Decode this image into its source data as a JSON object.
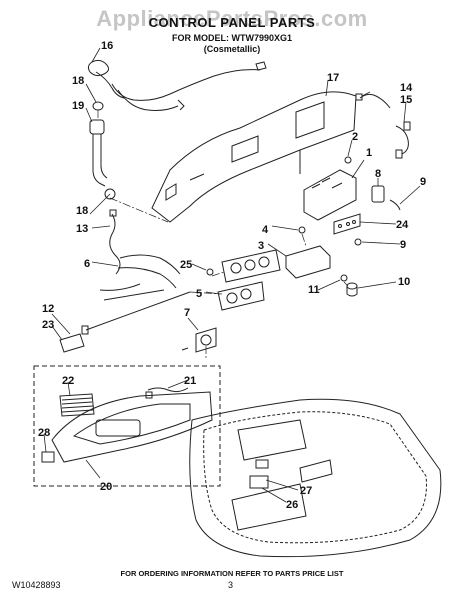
{
  "watermark": "AppliancePartsPros.com",
  "header": {
    "title": "CONTROL PANEL PARTS",
    "model_line": "FOR MODEL: WTW7990XG1",
    "variant": "(Cosmetallic)"
  },
  "callouts": {
    "c1": "1",
    "c2": "2",
    "c3": "3",
    "c4": "4",
    "c5": "5",
    "c6": "6",
    "c7": "7",
    "c8": "8",
    "c9a": "9",
    "c9b": "9",
    "c10": "10",
    "c11": "11",
    "c12": "12",
    "c13": "13",
    "c14": "14",
    "c15": "15",
    "c16": "16",
    "c17": "17",
    "c18a": "18",
    "c18b": "18",
    "c19": "19",
    "c20": "20",
    "c21": "21",
    "c22": "22",
    "c23": "23",
    "c24": "24",
    "c25": "25",
    "c26": "26",
    "c27": "27",
    "c28": "28"
  },
  "footer": {
    "note": "FOR ORDERING INFORMATION REFER TO PARTS PRICE LIST",
    "doc_number": "W10428893",
    "page_number": "3"
  }
}
